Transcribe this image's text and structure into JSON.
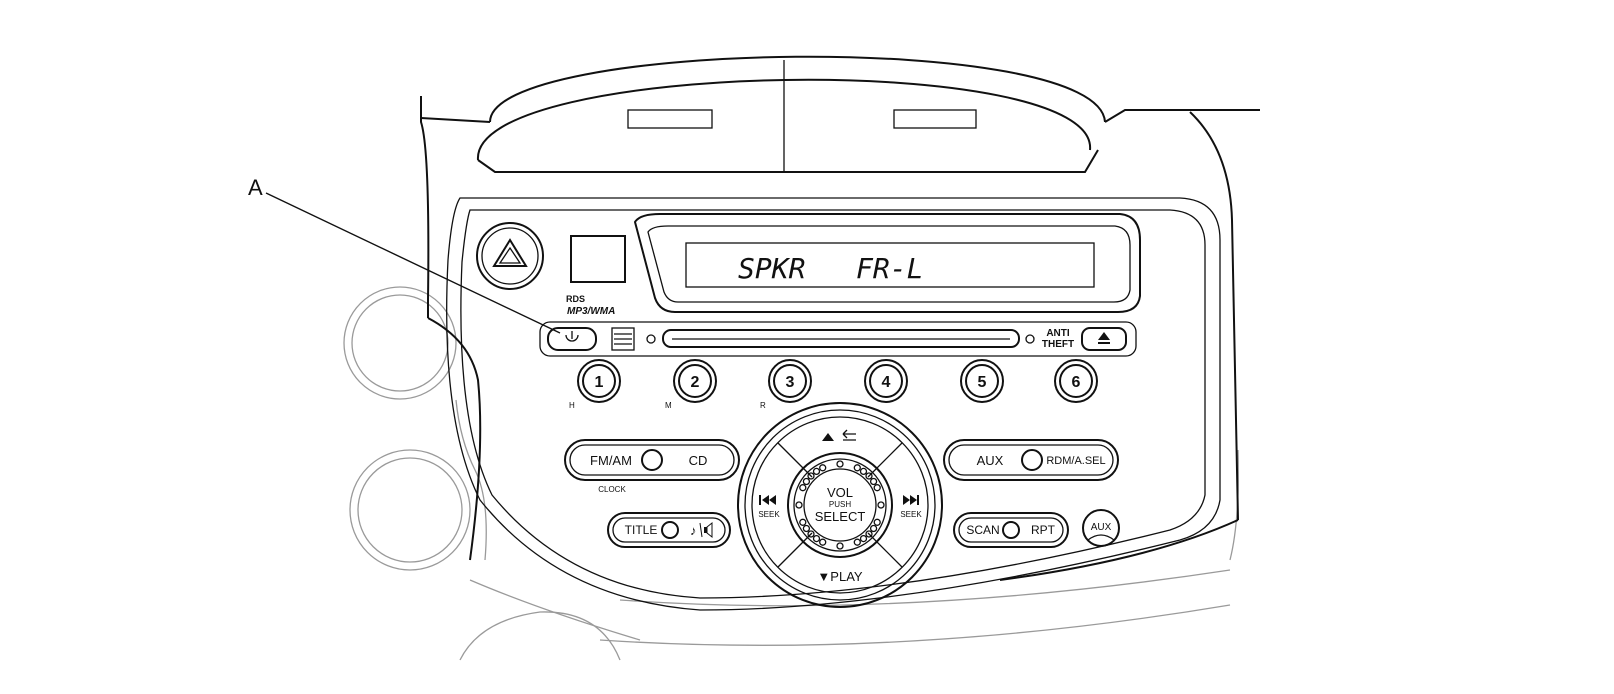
{
  "callout": {
    "label": "A"
  },
  "display": {
    "text": "SPKR   FR-L"
  },
  "badges": {
    "rds": "RDS",
    "mp3": "MP3/WMA"
  },
  "slot": {
    "anti_line1": "ANTI",
    "anti_line2": "THEFT"
  },
  "presets": [
    {
      "num": "1",
      "sub": "H"
    },
    {
      "num": "2",
      "sub": "M"
    },
    {
      "num": "3",
      "sub": "R"
    },
    {
      "num": "4",
      "sub": ""
    },
    {
      "num": "5",
      "sub": ""
    },
    {
      "num": "6",
      "sub": ""
    }
  ],
  "buttons": {
    "fmam": "FM/AM",
    "cd": "CD",
    "clock": "CLOCK",
    "aux": "AUX",
    "rdm": "RDM/A.SEL",
    "title": "TITLE",
    "scan": "SCAN",
    "rpt": "RPT",
    "aux_jack": "AUX"
  },
  "knob": {
    "vol": "VOL",
    "push": "PUSH",
    "select": "SELECT",
    "play": "▼PLAY",
    "seek_left": "SEEK",
    "seek_right": "SEEK"
  }
}
